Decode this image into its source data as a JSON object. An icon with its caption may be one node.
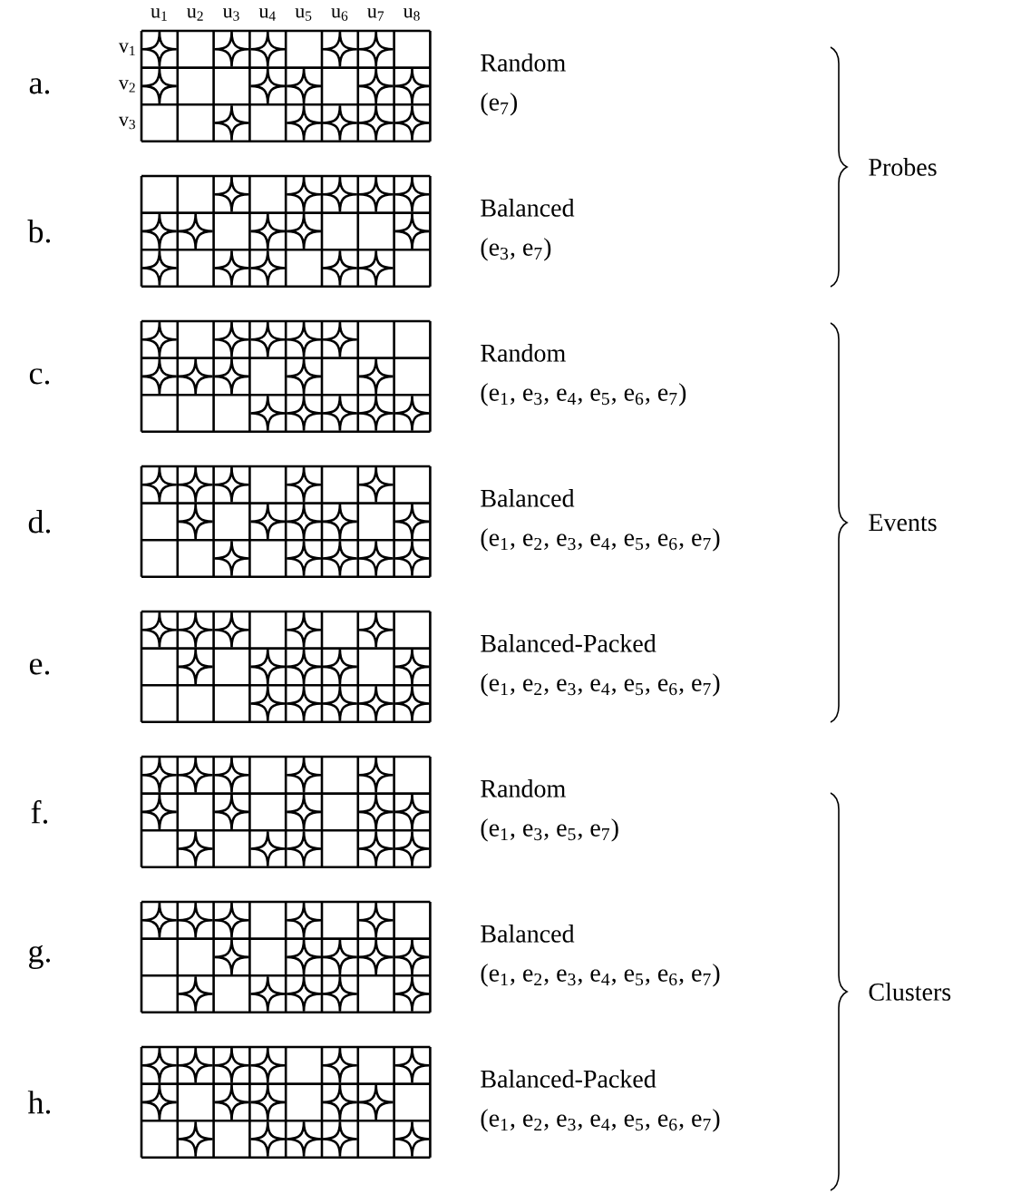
{
  "diagram": {
    "labels": [
      "u$_{1}$",
      "u$_{2}$",
      "u$_{3}$",
      "u$_{4}$",
      "u$_{5}$",
      "u$_{6}$",
      "u$_{7}$",
      "u$_{8}$",
      "v$_{1}$",
      "v$_{2}$",
      "v$_{3}$",
      "a.",
      "Random",
      "(e$_{7}$)",
      "Probes",
      "b.",
      "Balanced",
      "(e$_{3}$, e$_{7}$)",
      "c.",
      "Random",
      "(e$_{1}$, e$_{3}$, e$_{4}$, e$_{5}$, e$_{6}$, e$_{7}$)",
      "d.",
      "Balanced",
      "(e$_{1}$, e$_{2}$, e$_{3}$, e$_{4}$, e$_{5}$, e$_{6}$, e$_{7}$)",
      "Events",
      "e.",
      "Balanced-Packed",
      "(e$_{1}$, e$_{2}$, e$_{3}$, e$_{4}$, e$_{5}$, e$_{6}$, e$_{7}$)",
      "f.",
      "Random",
      "(e$_{1}$, e$_{3}$, e$_{5}$, e$_{7}$)",
      "g.",
      "Balanced",
      "(e$_{1}$, e$_{2}$, e$_{3}$, e$_{4}$, e$_{5}$, e$_{6}$, e$_{7}$)",
      "Clusters",
      "h.",
      "Balanced-Packed",
      "(e$_{1}$, e$_{2}$, e$_{3}$, e$_{4}$, e$_{5}$, e$_{6}$, e$_{7}$)"
    ]
  }
}
